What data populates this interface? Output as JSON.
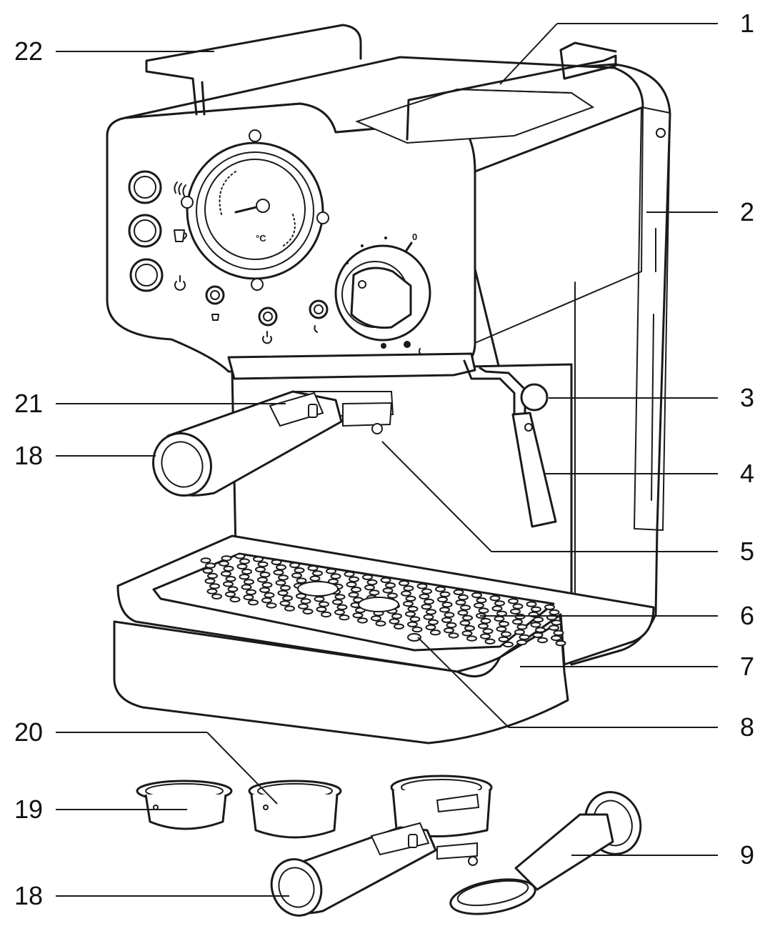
{
  "callouts": {
    "c1": "1",
    "c2": "2",
    "c3": "3",
    "c4": "4",
    "c5": "5",
    "c6": "6",
    "c7": "7",
    "c8": "8",
    "c9": "9",
    "c18a": "18",
    "c18b": "18",
    "c19": "19",
    "c20": "20",
    "c21": "21",
    "c22": "22"
  },
  "gauge": {
    "unit": "°C"
  },
  "dial": {
    "zero": "0"
  },
  "colors": {
    "line": "#1a1a1a",
    "background": "#ffffff"
  },
  "icons": [
    "steam-icon",
    "cup-icon",
    "power-icon"
  ]
}
